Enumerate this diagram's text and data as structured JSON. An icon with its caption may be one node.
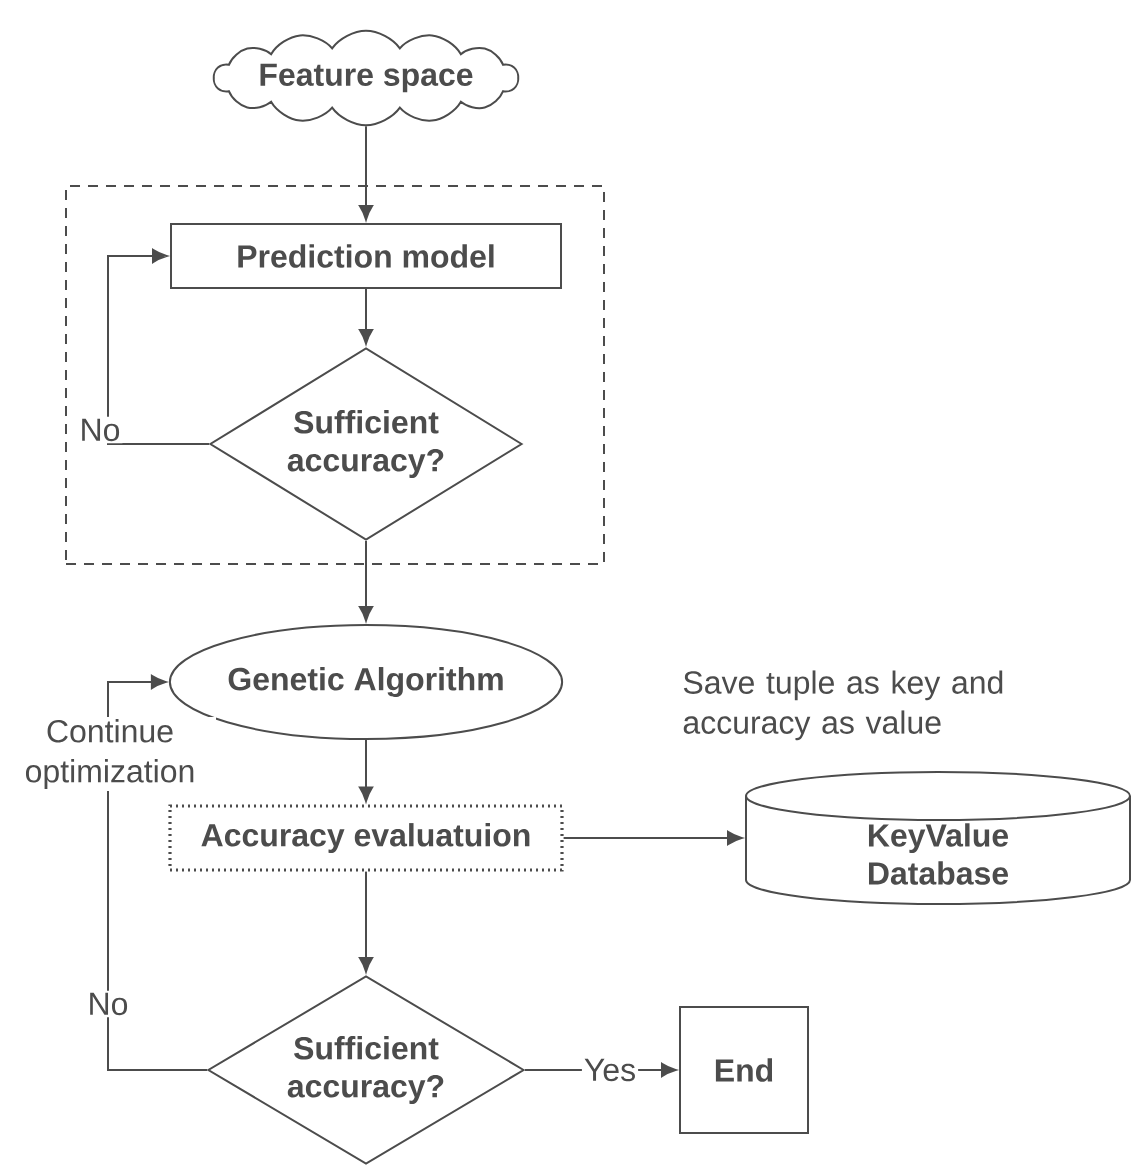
{
  "diagram": {
    "nodes": [
      {
        "text": [
          "Feature space"
        ]
      },
      {
        "text": [],
        "shape": "box"
      },
      {
        "text": [
          "Prediction model"
        ],
        "in": 1
      },
      {
        "text": [
          "Sufficient accuracy?"
        ],
        "in": 1
      },
      {
        "text": [
          "Genetic Algorithm"
        ]
      },
      {
        "text": [
          "Accuracy evaluatuion"
        ]
      },
      {
        "text": [
          "KeyValue Database"
        ]
      },
      {
        "text": [
          "Sufficient accuracy?"
        ]
      },
      {
        "text": [
          "End"
        ]
      }
    ],
    "edges": [
      {
        "from": 0,
        "to": 2,
        "arrow": "to"
      },
      {
        "from": 2,
        "to": 3,
        "arrow": "to"
      },
      {
        "from": 3,
        "to": 2,
        "arrow": "to",
        "label": "No"
      },
      {
        "from": 3,
        "to": 4,
        "arrow": "to"
      },
      {
        "from": 4,
        "to": 5,
        "arrow": "to"
      },
      {
        "from": 5,
        "to": 6,
        "arrow": "to"
      },
      {
        "from": 5,
        "to": 7,
        "arrow": "to"
      },
      {
        "from": 7,
        "to": 8,
        "arrow": "to",
        "label": "Yes"
      },
      {
        "from": 7,
        "to": 4,
        "arrow": "to",
        "label": "No"
      }
    ],
    "labels": [
      "Save tuple as key and accuracy as value",
      "Continue optimization"
    ]
  }
}
